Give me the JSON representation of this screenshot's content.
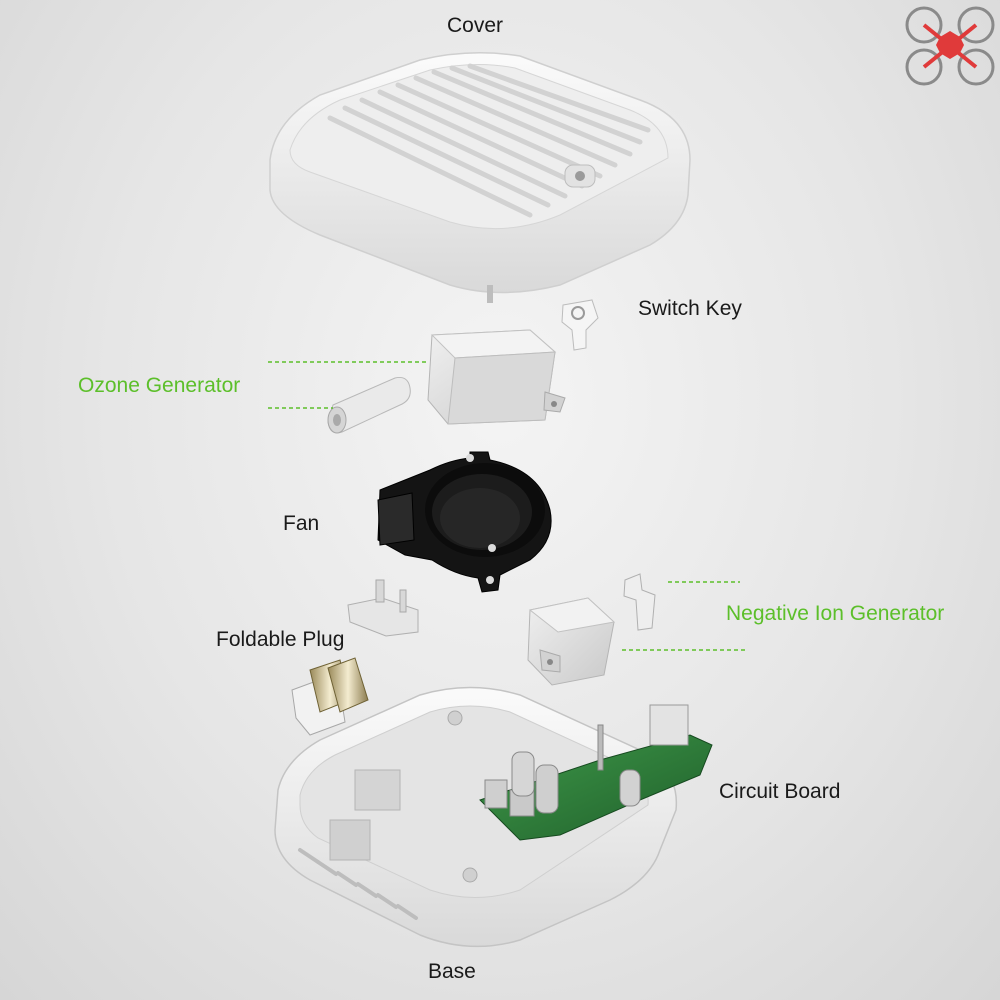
{
  "labels": {
    "cover": "Cover",
    "switch_key": "Switch Key",
    "ozone_generator": "Ozone Generator",
    "fan": "Fan",
    "foldable_plug": "Foldable Plug",
    "negative_ion_generator": "Negative Ion Generator",
    "circuit_board": "Circuit Board",
    "base": "Base"
  },
  "colors": {
    "label_default": "#1a1a1a",
    "label_highlight": "#5cbf2a",
    "leader_line": "#5cbf2a",
    "shell_white": "#f2f2f2",
    "fan_black": "#111111",
    "pcb_green": "#2f7a3a",
    "logo_red": "#e03a3a"
  },
  "icons": [
    "drone-logo-icon"
  ]
}
